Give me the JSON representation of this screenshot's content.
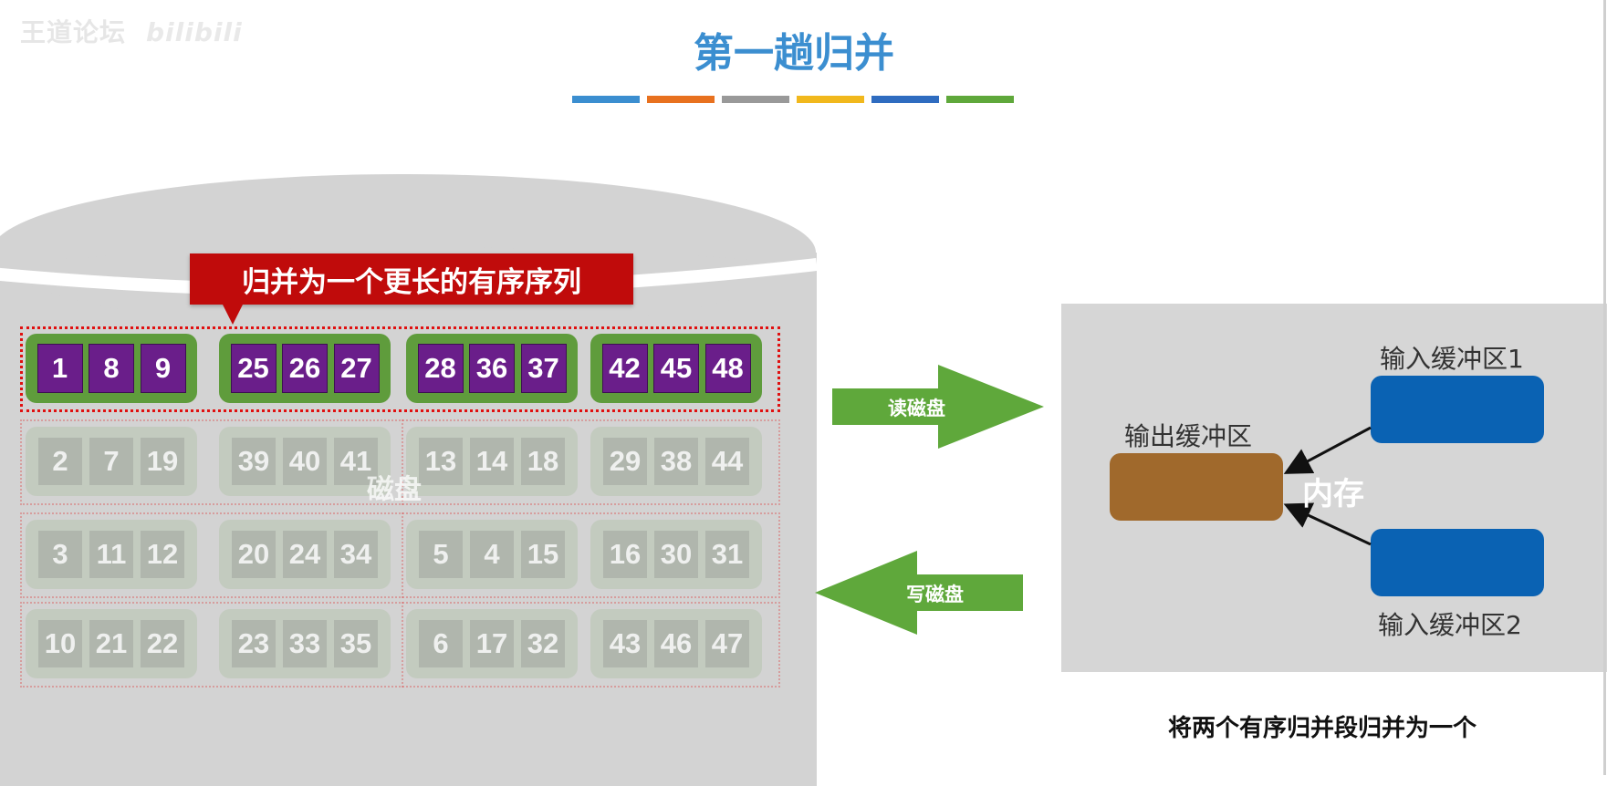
{
  "watermark": {
    "text": "王道论坛",
    "logo": "bilibili"
  },
  "title": "第一趟归并",
  "color_bars": [
    "#3b8ed0",
    "#e8711f",
    "#999999",
    "#f1b81d",
    "#2f6cc0",
    "#5fa83b"
  ],
  "badge": "归并为一个更长的有序序列",
  "disk": {
    "label": "磁盘",
    "rows": [
      {
        "active": true,
        "runs": [
          [
            "1",
            "8",
            "9"
          ],
          [
            "25",
            "26",
            "27"
          ],
          [
            "28",
            "36",
            "37"
          ],
          [
            "42",
            "45",
            "48"
          ]
        ]
      },
      {
        "active": false,
        "runs": [
          [
            "2",
            "7",
            "19"
          ],
          [
            "39",
            "40",
            "41"
          ],
          [
            "13",
            "14",
            "18"
          ],
          [
            "29",
            "38",
            "44"
          ]
        ]
      },
      {
        "active": false,
        "runs": [
          [
            "3",
            "11",
            "12"
          ],
          [
            "20",
            "24",
            "34"
          ],
          [
            "5",
            "4",
            "15"
          ],
          [
            "16",
            "30",
            "31"
          ]
        ]
      },
      {
        "active": false,
        "runs": [
          [
            "10",
            "21",
            "22"
          ],
          [
            "23",
            "33",
            "35"
          ],
          [
            "6",
            "17",
            "32"
          ],
          [
            "43",
            "46",
            "47"
          ]
        ]
      }
    ]
  },
  "arrows": {
    "read": "读磁盘",
    "write": "写磁盘",
    "color": "#5fa83b"
  },
  "memory": {
    "label": "内存",
    "output_buffer": "输出缓冲区",
    "input_buffer_1": "输入缓冲区1",
    "input_buffer_2": "输入缓冲区2",
    "output_color": "#a0692c",
    "input_color": "#0a62b3"
  },
  "caption": "将两个有序归并段归并为一个"
}
